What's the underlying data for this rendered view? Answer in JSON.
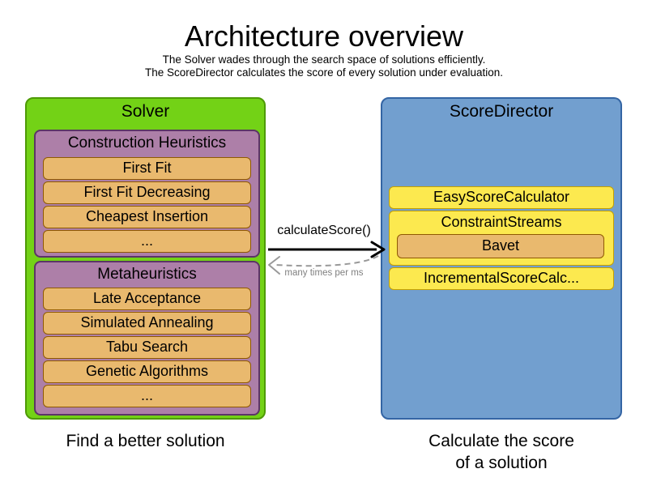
{
  "header": {
    "title": "Architecture overview",
    "subtitle_line1": "The Solver wades through the search space of solutions efficiently.",
    "subtitle_line2": "The ScoreDirector calculates the score of every solution under evaluation."
  },
  "solver": {
    "title": "Solver",
    "caption": "Find a better solution",
    "construction_heuristics": {
      "title": "Construction Heuristics",
      "items": [
        "First Fit",
        "First Fit Decreasing",
        "Cheapest Insertion",
        "..."
      ]
    },
    "metaheuristics": {
      "title": "Metaheuristics",
      "items": [
        "Late Acceptance",
        "Simulated Annealing",
        "Tabu Search",
        "Genetic Algorithms",
        "..."
      ]
    }
  },
  "score_director": {
    "title": "ScoreDirector",
    "caption_line1": "Calculate the score",
    "caption_line2": "of a solution",
    "easy_calculator": "EasyScoreCalculator",
    "constraint_streams": "ConstraintStreams",
    "constraint_streams_impl": "Bavet",
    "incremental_calculator": "IncrementalScoreCalc..."
  },
  "arrows": {
    "call_label": "calculateScore()",
    "frequency_label": "many times per ms"
  },
  "colors": {
    "solver_fill": "#73d216",
    "solver_border": "#4e9a06",
    "heuristic_group_fill": "#ad7fa8",
    "heuristic_group_border": "#5c3566",
    "algorithm_fill": "#e9b96e",
    "algorithm_border": "#8f5902",
    "score_director_fill": "#729fcf",
    "score_director_border": "#3465a4",
    "calculator_fill": "#fce94f",
    "calculator_border": "#c4a000",
    "solid_arrow": "#000000",
    "dashed_arrow": "#999999"
  }
}
